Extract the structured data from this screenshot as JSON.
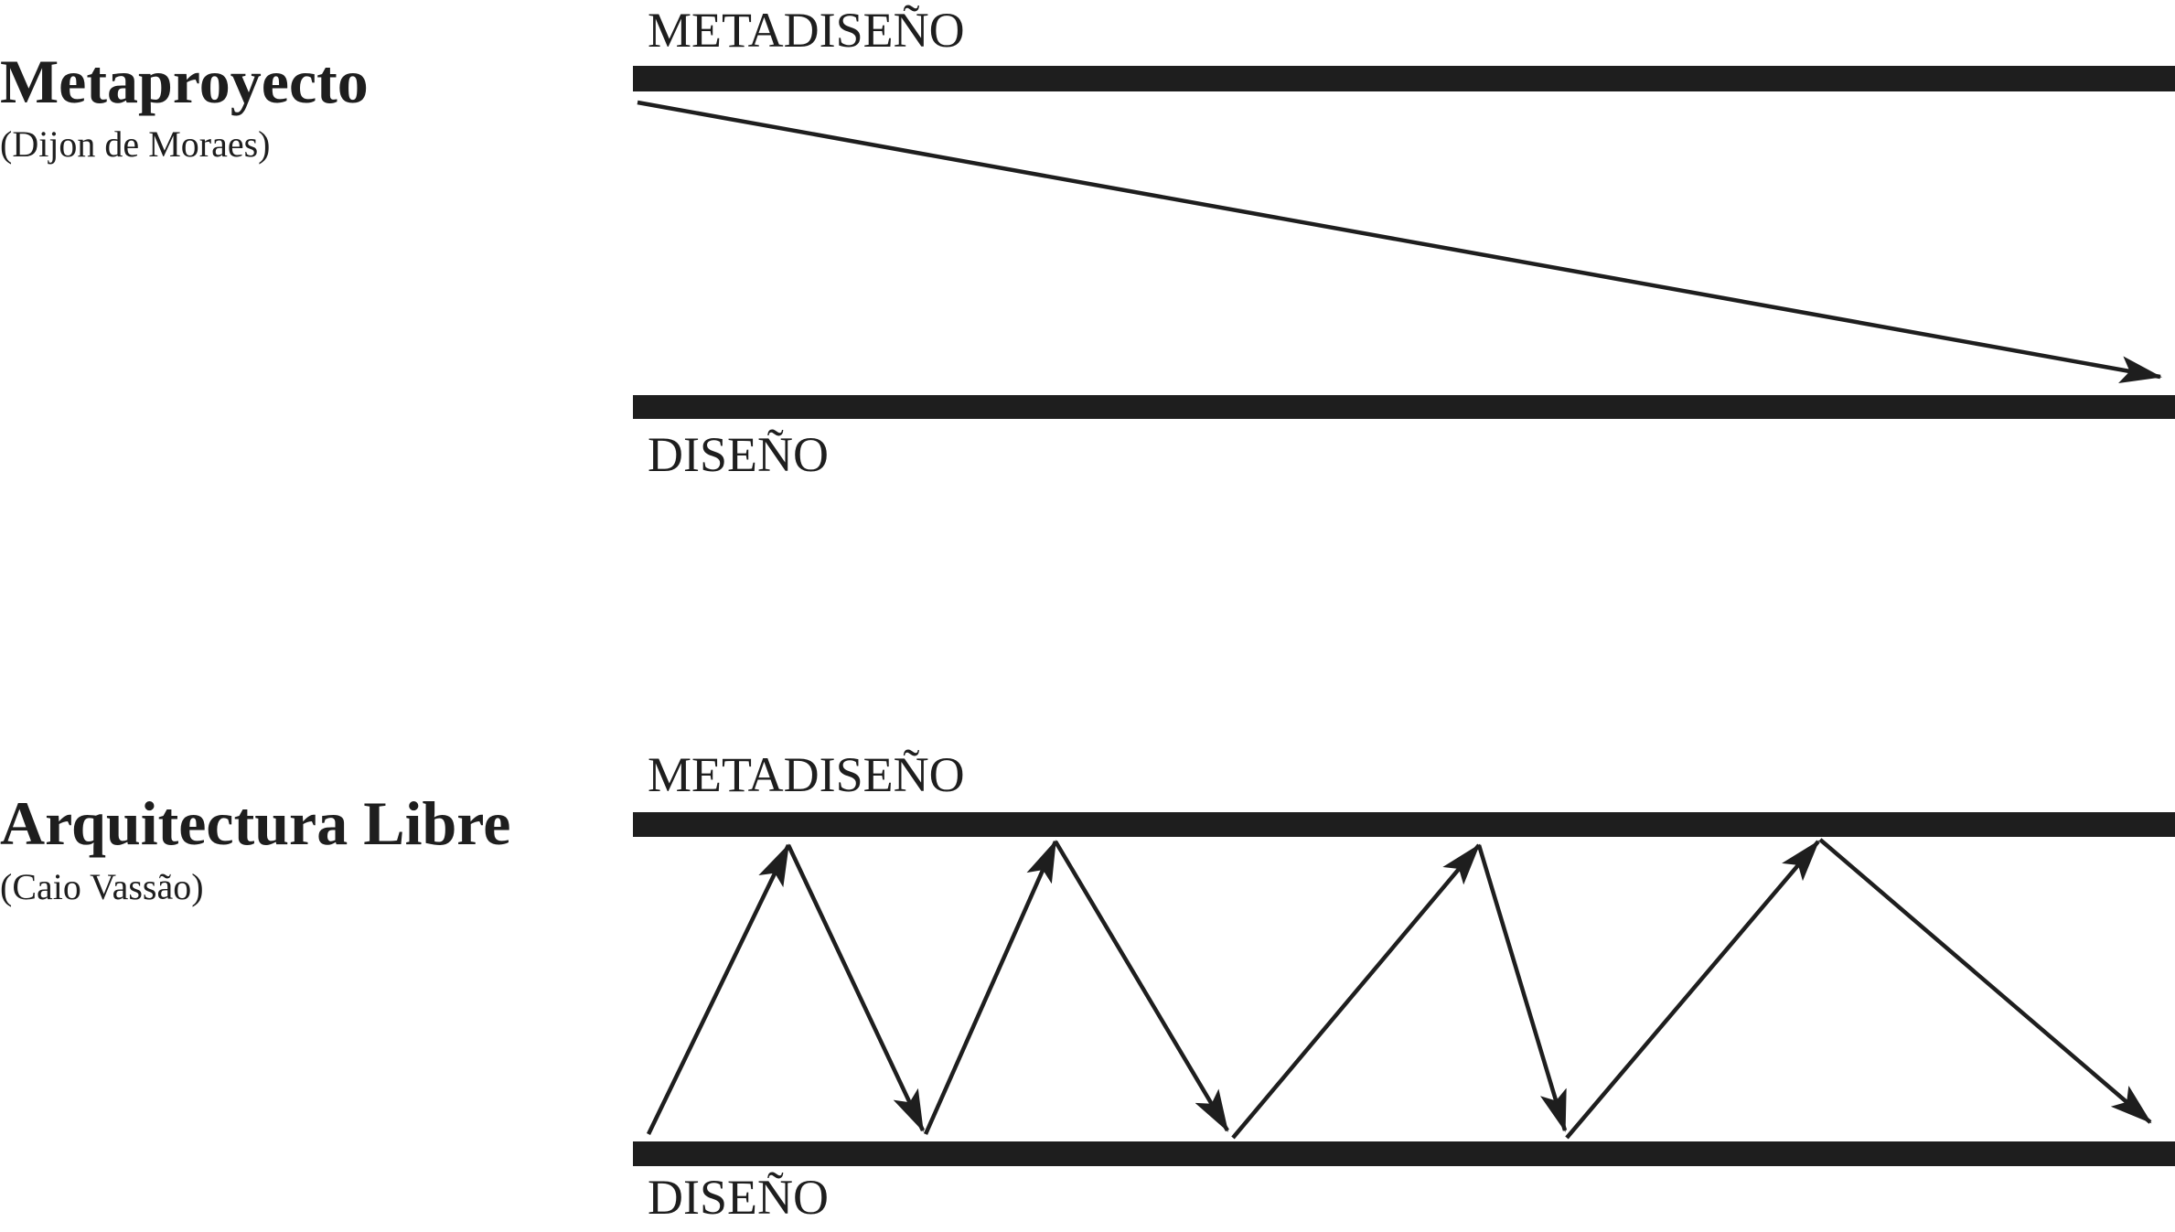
{
  "sections": [
    {
      "title": "Metaproyecto",
      "author": "(Dijon de Moraes)",
      "top_label": "METADISEÑO",
      "bottom_label": "DISEÑO"
    },
    {
      "title": "Arquitectura Libre",
      "author": "(Caio Vassão)",
      "top_label": "METADISEÑO",
      "bottom_label": "DISEÑO"
    }
  ],
  "colors": {
    "ink": "#1e1e1e",
    "background": "#ffffff"
  }
}
